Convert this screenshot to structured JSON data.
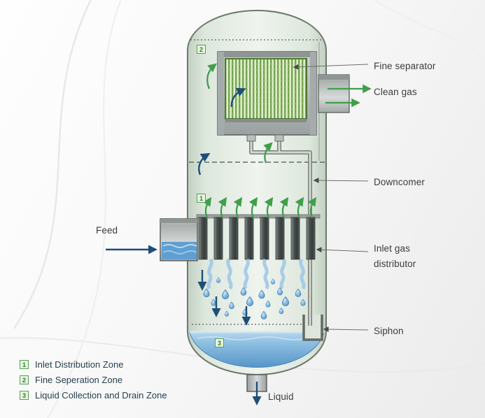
{
  "diagram": {
    "callouts": {
      "fine_separator": "Fine separator",
      "clean_gas": "Clean gas",
      "downcomer": "Downcomer",
      "inlet_gas_distributor": "Inlet gas distributor",
      "siphon": "Siphon"
    },
    "streams": {
      "feed": "Feed",
      "liquid": "Liquid"
    },
    "zone_markers": {
      "zone1": "1",
      "zone2": "2",
      "zone3": "3"
    },
    "legend": {
      "items": [
        {
          "id": "1",
          "label": "Inlet Distribution Zone"
        },
        {
          "id": "2",
          "label": "Fine Seperation Zone"
        },
        {
          "id": "3",
          "label": "Liquid Collection and Drain Zone"
        }
      ]
    },
    "colors": {
      "gas_arrow_green": "#3f9f4b",
      "liquid_arrow_navy": "#1e4e79",
      "vessel_fill": "#e6eee4",
      "liquid_pool_blue": "#7db4de",
      "separator_pack_green": "#74a24c",
      "metal_gray": "#aab0ae",
      "legend_chip_green": "#55a055"
    }
  }
}
